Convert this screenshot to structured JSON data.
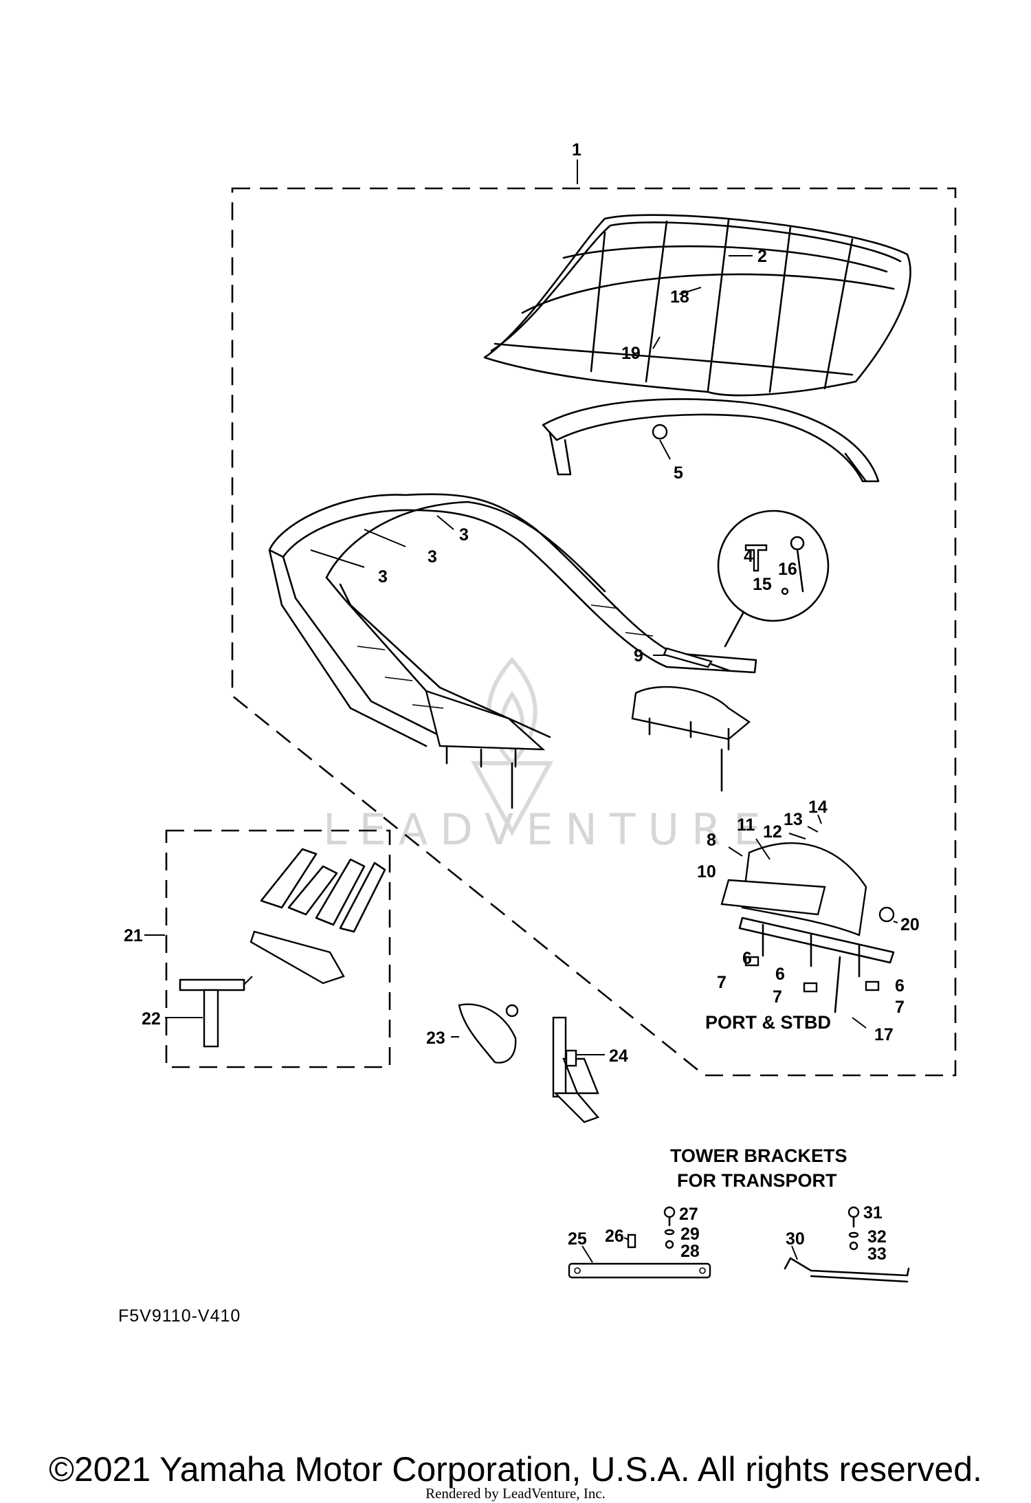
{
  "diagram_code": "F5V9110-V410",
  "watermark": "LEADVENTURE",
  "copyright": "©2021 Yamaha Motor Corporation, U.S.A. All rights reserved.",
  "rendered_by": "Rendered by LeadVenture, Inc.",
  "labels": {
    "port_stbd": "PORT & STBD",
    "tower_brackets_line1": "TOWER BRACKETS",
    "tower_brackets_line2": "FOR TRANSPORT"
  },
  "callouts": {
    "c1": "1",
    "c2": "2",
    "c3a": "3",
    "c3b": "3",
    "c3c": "3",
    "c4": "4",
    "c5": "5",
    "c6a": "6",
    "c6b": "6",
    "c6c": "6",
    "c7a": "7",
    "c7b": "7",
    "c7c": "7",
    "c8": "8",
    "c9": "9",
    "c10": "10",
    "c11": "11",
    "c12": "12",
    "c13": "13",
    "c14": "14",
    "c15": "15",
    "c16": "16",
    "c17": "17",
    "c18": "18",
    "c19": "19",
    "c20": "20",
    "c21": "21",
    "c22": "22",
    "c23": "23",
    "c24": "24",
    "c25": "25",
    "c26": "26",
    "c27": "27",
    "c28": "28",
    "c29": "29",
    "c30": "30",
    "c31": "31",
    "c32": "32",
    "c33": "33"
  },
  "colors": {
    "ink": "#000000",
    "background": "#ffffff",
    "watermark": "#d6d6d6"
  }
}
